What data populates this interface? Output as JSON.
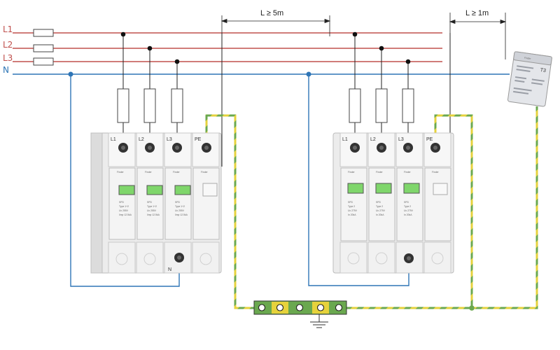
{
  "lines": [
    {
      "label": "L1",
      "color": "#c0504d"
    },
    {
      "label": "L2",
      "color": "#c0504d"
    },
    {
      "label": "L3",
      "color": "#c0504d"
    },
    {
      "label": "N",
      "color": "#2e75b6"
    }
  ],
  "distances": {
    "spd1_to_spd2": "L ≥ 5m",
    "spd2_to_spd3": "L ≥ 1m"
  },
  "spd1": {
    "terminals_top": [
      "L1",
      "L2",
      "L3",
      "PE"
    ],
    "terminal_bottom": "N",
    "brand": "Finder",
    "module_lines": [
      "SPD",
      "Type 1+2",
      "Uc 255V",
      "Iimp 12.5kA"
    ]
  },
  "spd2": {
    "terminals_top": [
      "L1",
      "L2",
      "L3",
      "PE"
    ],
    "brand": "Finder",
    "module_lines": [
      "SPD",
      "Type 2",
      "Uc 275V",
      "In 20kA"
    ]
  },
  "spd3": {
    "brand": "Finder",
    "type_label": "T3"
  },
  "colors": {
    "phase": "#c0504d",
    "neutral": "#2e75b6",
    "pe_green": "#6aa84f",
    "pe_yellow": "#e6d23c",
    "spd_body": "#e8e8e8",
    "window": "#7fd66b"
  }
}
